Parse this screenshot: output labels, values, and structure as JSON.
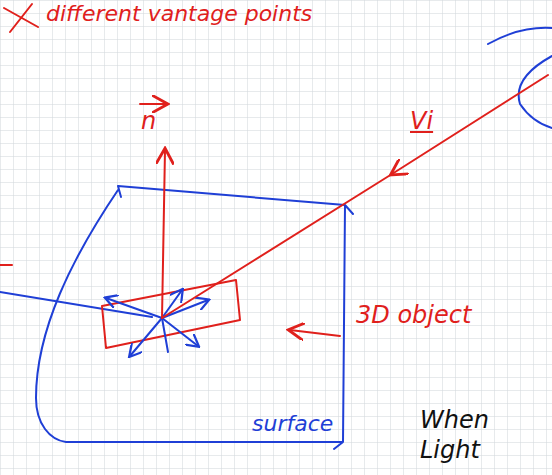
{
  "diagram": {
    "labels": [
      "different vantage points",
      "n",
      "Vi",
      "3D object",
      "surface",
      "When Light"
    ]
  }
}
